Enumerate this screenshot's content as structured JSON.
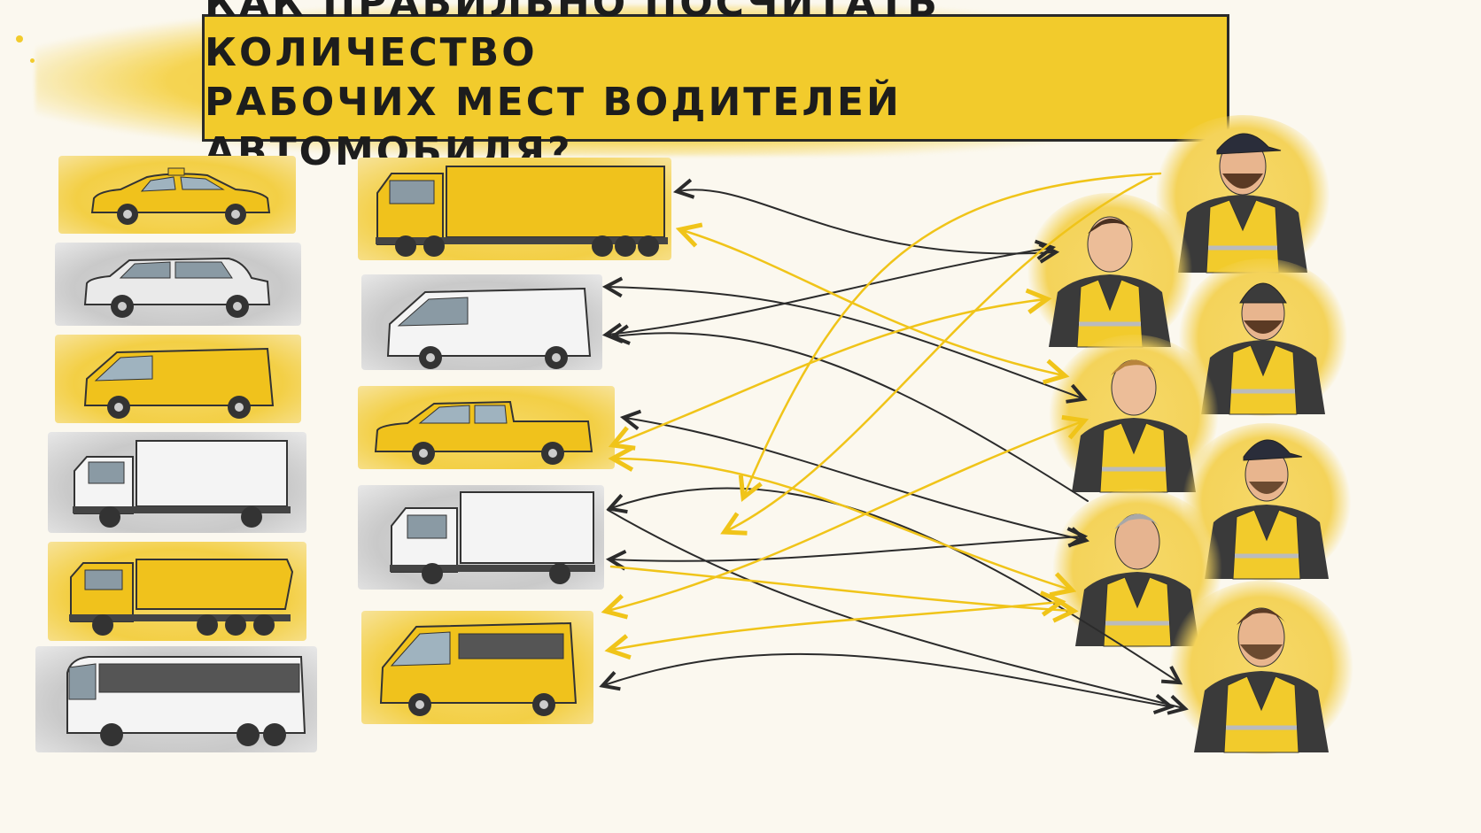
{
  "title": {
    "line1": "Как правильно посчитать количество",
    "line2": "рабочих мест водителей автомобиля?"
  },
  "colors": {
    "accent": "#f2cb2c",
    "ink": "#1d1d1d",
    "arrow_dark": "#2b2b2b",
    "arrow_yellow": "#f0c419"
  },
  "vehicles_left": [
    {
      "kind": "taxi-sedan",
      "tone": "yellow"
    },
    {
      "kind": "suv",
      "tone": "grey"
    },
    {
      "kind": "van",
      "tone": "yellow"
    },
    {
      "kind": "box-truck",
      "tone": "grey"
    },
    {
      "kind": "dump-truck",
      "tone": "yellow"
    },
    {
      "kind": "coach-bus",
      "tone": "grey"
    }
  ],
  "vehicles_middle": [
    {
      "kind": "semi-truck",
      "tone": "yellow"
    },
    {
      "kind": "van",
      "tone": "grey"
    },
    {
      "kind": "pickup",
      "tone": "yellow"
    },
    {
      "kind": "box-truck",
      "tone": "grey"
    },
    {
      "kind": "minibus",
      "tone": "yellow"
    }
  ],
  "drivers": [
    {
      "headwear": "cap",
      "beard": true
    },
    {
      "headwear": "none",
      "beard": false
    },
    {
      "headwear": "beanie",
      "beard": true
    },
    {
      "headwear": "none",
      "beard": false
    },
    {
      "headwear": "cap",
      "beard": true
    },
    {
      "headwear": "none",
      "beard": false,
      "grey_hair": true
    },
    {
      "headwear": "none",
      "beard": true
    }
  ]
}
